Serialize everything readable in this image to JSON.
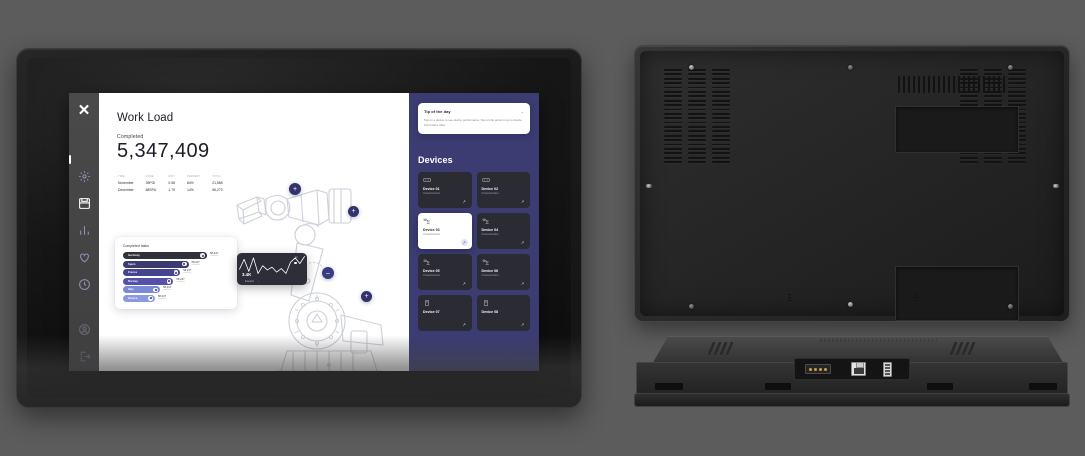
{
  "app": {
    "close_label": "✕",
    "sidebar": {
      "items": [
        {
          "name": "settings-gear-icon",
          "label": "Settings"
        },
        {
          "name": "save-disk-icon",
          "label": "Saved",
          "active": true
        },
        {
          "name": "bar-chart-icon",
          "label": "Analytics"
        },
        {
          "name": "heart-icon",
          "label": "Favorites"
        },
        {
          "name": "clock-icon",
          "label": "History"
        }
      ],
      "bottom_items": [
        {
          "name": "user-avatar-icon",
          "label": "Profile"
        },
        {
          "name": "logout-icon",
          "label": "Log out"
        }
      ]
    },
    "main": {
      "title": "Work Load",
      "subtitle": "Completed",
      "big_number": "5,347,409",
      "table": {
        "headers": [
          "TIME",
          "CODE",
          "UNIT",
          "PERCENT",
          "TOTAL"
        ],
        "rows": [
          [
            "November",
            "39PGI",
            "0.58",
            "84%",
            "21,568"
          ],
          [
            "December",
            "68SPU",
            "1.79",
            "14%",
            "56,273"
          ]
        ]
      },
      "tasks_card": {
        "title": "Completed tasks"
      },
      "line_card": {
        "value": "3.4K",
        "expand_label": "Expand",
        "chevron": "⌄",
        "tip_label": "367"
      }
    },
    "right_panel": {
      "tip": {
        "title": "Tip of the day",
        "chevron": "⌄",
        "body": "Tap on a device to see device performance. Tap on the arrow to go to device information data."
      },
      "devices_title": "Devices",
      "devices": [
        {
          "name": "Device 01",
          "sub": "Characteristics",
          "icon": "controller-icon",
          "selected": false
        },
        {
          "name": "Device 02",
          "sub": "Characteristics",
          "icon": "controller-icon",
          "selected": false
        },
        {
          "name": "Device 03",
          "sub": "Characteristics",
          "icon": "robot-arm-icon",
          "selected": true
        },
        {
          "name": "Device 04",
          "sub": "Characteristics",
          "icon": "robot-arm-icon",
          "selected": false
        },
        {
          "name": "Device 05",
          "sub": "Characteristics",
          "icon": "robot-arm-icon",
          "selected": false
        },
        {
          "name": "Device 06",
          "sub": "Characteristics",
          "icon": "robot-arm-icon",
          "selected": false
        },
        {
          "name": "Device 07",
          "sub": "",
          "icon": "server-icon",
          "selected": false
        },
        {
          "name": "Device 08",
          "sub": "",
          "icon": "server-icon",
          "selected": false
        }
      ],
      "arrow_glyph": "↗"
    },
    "hotspots": [
      {
        "label": "+",
        "name": "hotspot-gripper"
      },
      {
        "label": "+",
        "name": "hotspot-wrist"
      },
      {
        "label": "–",
        "name": "hotspot-base-joint"
      },
      {
        "label": "+",
        "name": "hotspot-base"
      }
    ]
  },
  "chart_data": [
    {
      "type": "bar",
      "orientation": "horizontal",
      "title": "Completed tasks",
      "categories": [
        "Germany",
        "Spain",
        "France",
        "Norway",
        "Italy",
        "Greece"
      ],
      "values": [
        100,
        78,
        68,
        60,
        44,
        38
      ],
      "value_labels": [
        "58,247",
        "58,247",
        "58,247",
        "58,247",
        "58,247",
        "58,247"
      ],
      "value_sublabels": [
        "completed",
        "completed",
        "completed",
        "completed",
        "completed",
        "completed"
      ],
      "colors": [
        "#31313c",
        "#3b3b70",
        "#45458f",
        "#5252a8",
        "#7b8ad6",
        "#8c9ae0"
      ],
      "xlabel": "",
      "ylabel": "",
      "grid": false,
      "legend": false
    },
    {
      "type": "line",
      "title": "",
      "value_display": "3.4K",
      "annotation": "367",
      "x": [
        0,
        1,
        2,
        3,
        4,
        5,
        6,
        7,
        8,
        9,
        10,
        11,
        12,
        13,
        14
      ],
      "y": [
        42,
        70,
        36,
        74,
        30,
        52,
        40,
        48,
        34,
        44,
        30,
        62,
        74,
        58,
        78
      ],
      "line_color": "#ffffff",
      "background": "#2e2e38",
      "grid": false,
      "legend": false
    }
  ],
  "colors": {
    "accent_purple": "#3c3c72",
    "hotspot": "#32326e",
    "page_background": "#5c5c5c",
    "panel_dark": "#2b2b33",
    "text_dark": "#1c1c28"
  }
}
